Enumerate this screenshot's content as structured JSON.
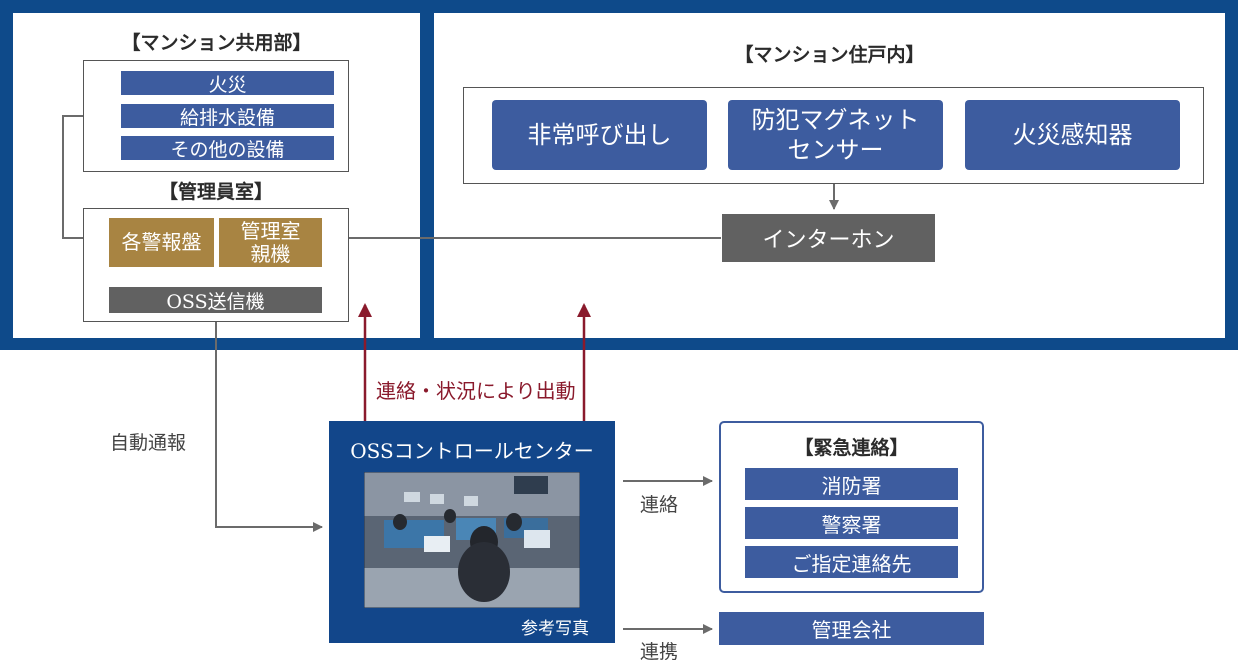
{
  "common_area": {
    "title": "【マンション共用部】",
    "items": [
      "火災",
      "給排水設備",
      "その他の設備"
    ]
  },
  "manager_room": {
    "title": "【管理員室】",
    "alarm_panel": "各警報盤",
    "master_unit_line1": "管理室",
    "master_unit_line2": "親機",
    "transmitter": "OSS送信機"
  },
  "dwelling": {
    "title": "【マンション住戸内】",
    "devices": [
      {
        "line1": "非常呼び出し",
        "line2": ""
      },
      {
        "line1": "防犯マグネット",
        "line2": "センサー"
      },
      {
        "line1": "火災感知器",
        "line2": ""
      }
    ],
    "intercom": "インターホン"
  },
  "dispatch_label": "連絡・状況により出動",
  "auto_report_label": "自動通報",
  "control_center": {
    "title": "OSSコントロールセンター",
    "photo_caption": "参考写真"
  },
  "emergency": {
    "title": "【緊急連絡】",
    "contacts": [
      "消防署",
      "警察署",
      "ご指定連絡先"
    ]
  },
  "contact_label": "連絡",
  "cooperation_label": "連携",
  "management_company": "管理会社",
  "colors": {
    "frame_blue": "#0e4a8a",
    "item_blue": "#3d5c9f",
    "gold": "#a88442",
    "dark_gray": "#616161",
    "dispatch_red": "#8a1a2c"
  }
}
